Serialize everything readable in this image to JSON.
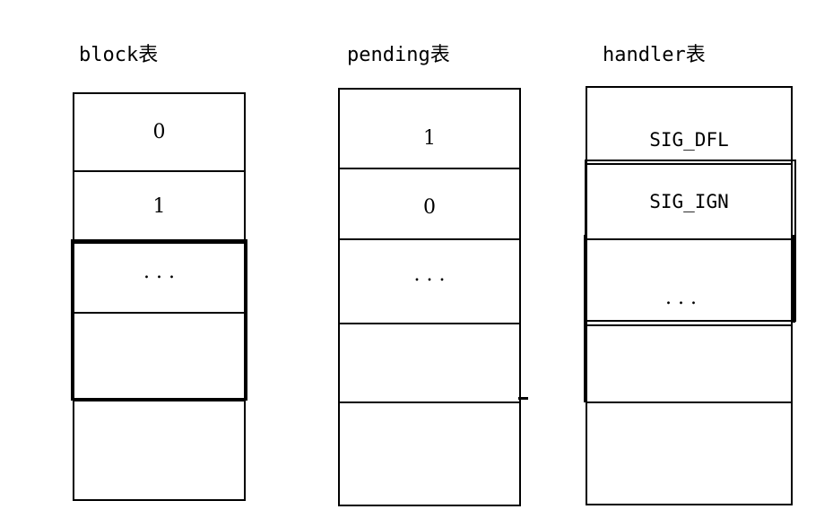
{
  "tables": [
    {
      "title": "block表",
      "cells": [
        "0",
        "1",
        ". . .",
        "",
        ""
      ]
    },
    {
      "title": "pending表",
      "cells": [
        "1",
        "0",
        ". . .",
        "",
        ""
      ]
    },
    {
      "title": "handler表",
      "cells": [
        "SIG_DFL",
        "SIG_IGN",
        ". . .",
        "",
        ""
      ]
    }
  ]
}
